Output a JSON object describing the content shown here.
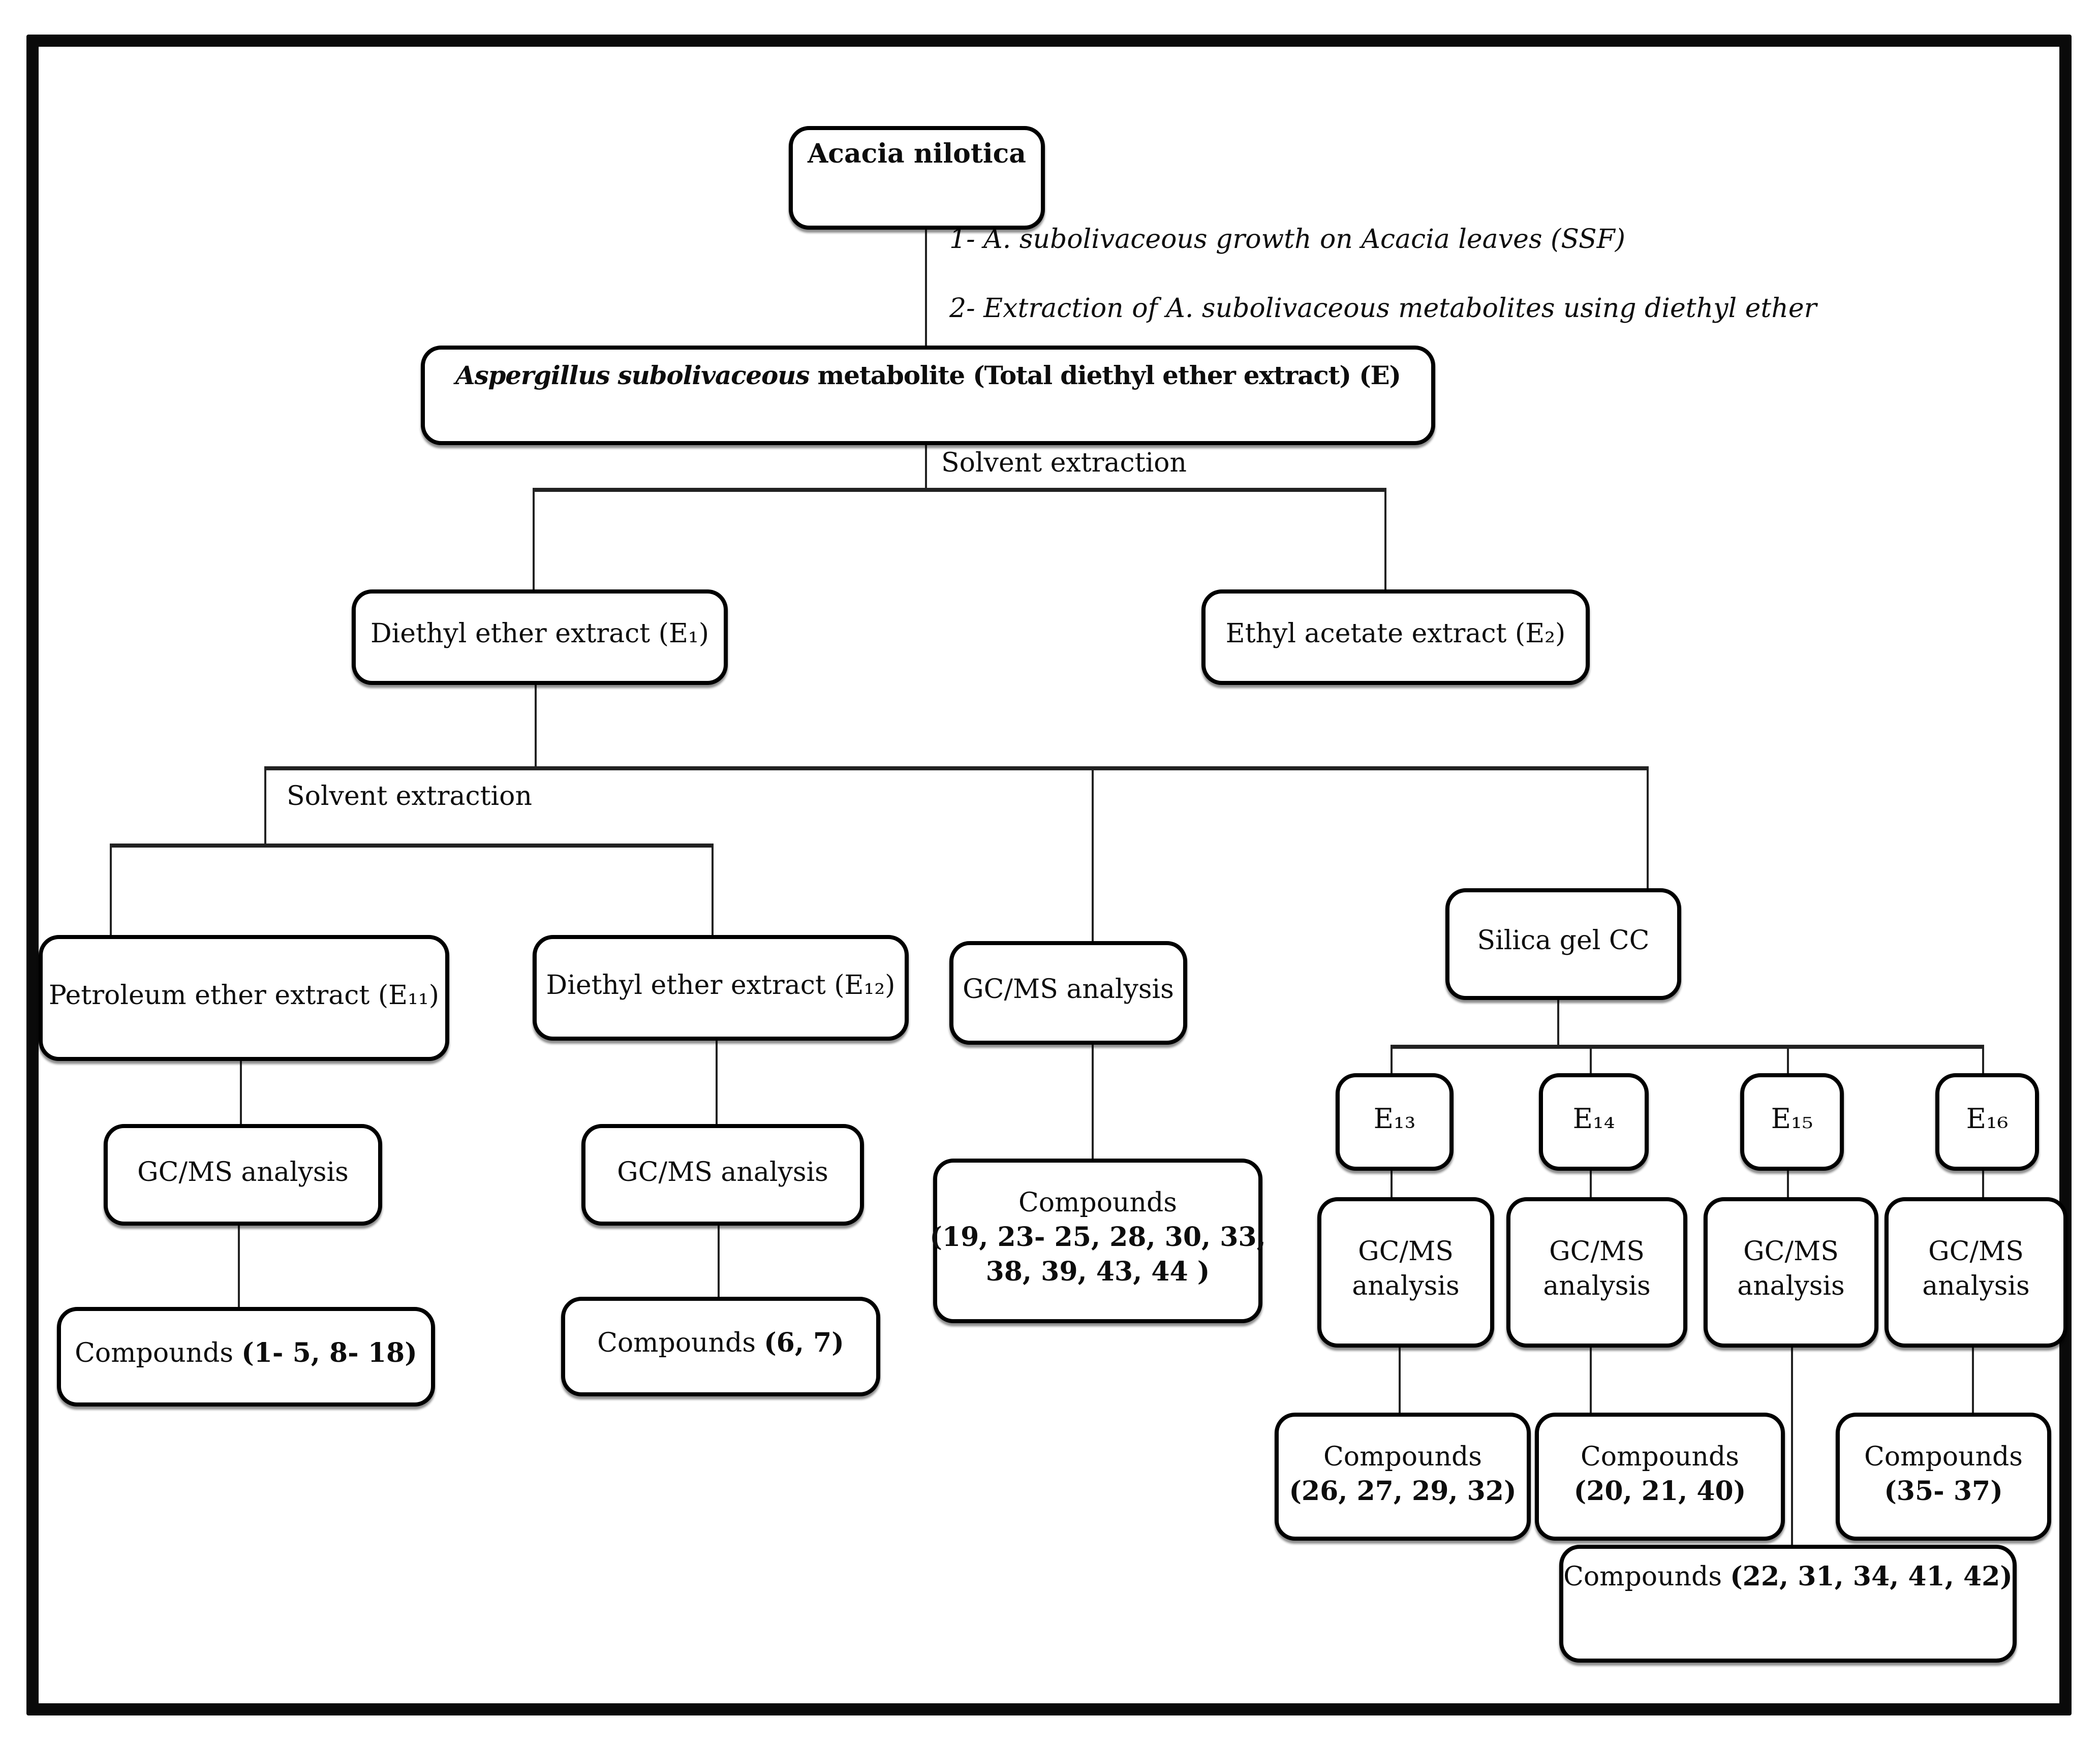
{
  "diagram": {
    "source": "Acacia nilotica",
    "steps": {
      "step1": "1- A. subolivaceous growth on Acacia leaves (SSF)",
      "step2": "2- Extraction of A. subolivaceous metabolites using diethyl ether"
    },
    "total_extract": {
      "species_italic": "Aspergillus subolivaceous",
      "rest": " metabolite (Total diethyl ether extract) (E)"
    },
    "branch_labels": {
      "solvent_extraction_top": "Solvent extraction",
      "solvent_extraction_e1": "Solvent extraction"
    },
    "extracts": {
      "e1": "Diethyl ether extract (E₁)",
      "e2": "Ethyl acetate extract (E₂)",
      "e11": "Petroleum ether extract (E₁₁)",
      "e12": "Diethyl ether extract (E₁₂)",
      "e13": "E₁₃",
      "e14": "E₁₄",
      "e15": "E₁₅",
      "e16": "E₁₆"
    },
    "analysis": {
      "gcms": "GC/MS analysis",
      "gcms_line1": "GC/MS",
      "gcms_line2": "analysis",
      "silica_cc": "Silica gel CC"
    },
    "compounds": {
      "label": "Compounds",
      "from_e11": "(1- 5, 8- 18)",
      "from_e12": "(6, 7)",
      "from_e1_gcms_line1": "(19, 23- 25, 28, 30, 33,",
      "from_e1_gcms_line2": "38, 39, 43, 44 )",
      "from_e13": "(26, 27, 29, 32)",
      "from_e14": "(20, 21, 40)",
      "from_e15": "(22, 31, 34, 41, 42)",
      "from_e16": "(35- 37)"
    }
  }
}
